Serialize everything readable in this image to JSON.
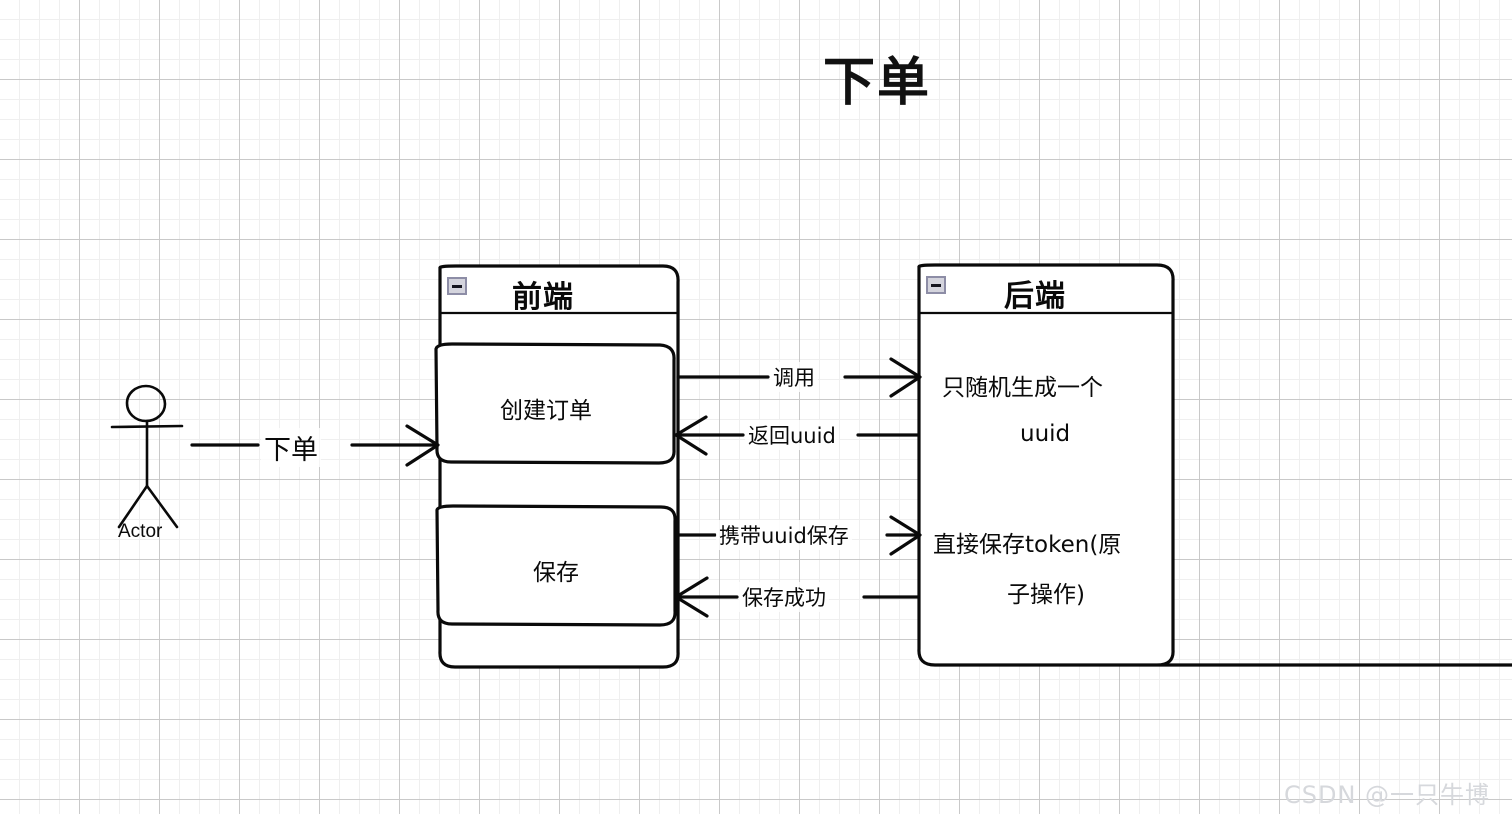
{
  "page": {
    "title": "下单",
    "watermark": "CSDN @一只牛博",
    "background": "#ffffff",
    "grid_minor_color": "#efefef",
    "grid_major_color": "#c9c9c9",
    "stroke_color": "#0a0a0a"
  },
  "actor": {
    "name": "actor",
    "label": "Actor"
  },
  "lanes": [
    {
      "id": "frontend",
      "header": "前端",
      "collapse_icon": "minus-icon",
      "steps": [
        {
          "id": "create-order",
          "label": "创建订单"
        },
        {
          "id": "save",
          "label": "保存"
        }
      ]
    },
    {
      "id": "backend",
      "header": "后端",
      "collapse_icon": "minus-icon",
      "steps": [
        {
          "id": "generate-uuid",
          "lines": [
            "只随机生成一个",
            "uuid"
          ]
        },
        {
          "id": "save-token",
          "lines": [
            "直接保存token(原",
            "子操作)"
          ]
        }
      ]
    }
  ],
  "edges": [
    {
      "id": "actor-to-frontend",
      "label": "下单",
      "direction": "right"
    },
    {
      "id": "call",
      "label": "调用",
      "direction": "right"
    },
    {
      "id": "return-uuid",
      "label": "返回uuid",
      "direction": "left"
    },
    {
      "id": "save-with-uuid",
      "label": "携带uuid保存",
      "direction": "right"
    },
    {
      "id": "save-success",
      "label": "保存成功",
      "direction": "left"
    }
  ]
}
